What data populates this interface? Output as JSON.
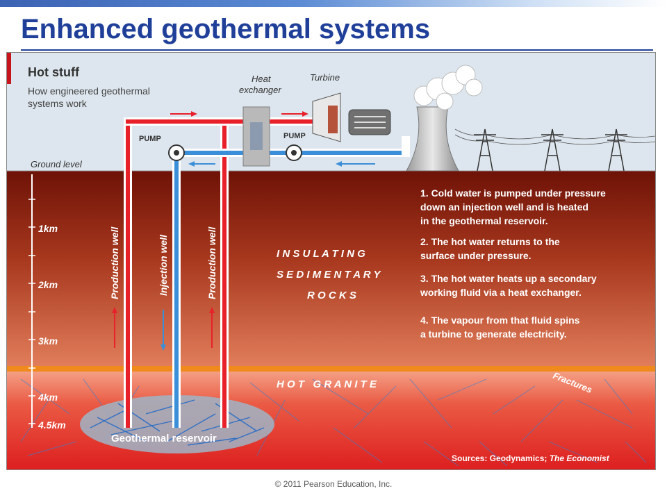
{
  "slide": {
    "title": "Enhanced geothermal systems",
    "copyright": "© 2011 Pearson Education, Inc."
  },
  "figure": {
    "heading": "Hot stuff",
    "subtitle_lines": [
      "How engineered geothermal",
      "systems work"
    ],
    "labels": {
      "heat_exchanger": [
        "Heat",
        "exchanger"
      ],
      "turbine": "Turbine",
      "pump_left": "PUMP",
      "pump_right": "PUMP",
      "ground_level": "Ground level",
      "production_well_left": "Production well",
      "injection_well": "Injection well",
      "production_well_right": "Production well",
      "insulating_rocks": [
        "I N S U L A T I N G",
        "S E D I M E N T A R Y",
        "R O C K S"
      ],
      "hot_granite": "H O T   G R A N I T E",
      "fractures": "Fractures",
      "reservoir": "Geothermal reservoir",
      "sources_prefix": "Sources: Geodynamics; ",
      "sources_italic": "The Economist"
    },
    "depth_scale": [
      "1km",
      "2km",
      "3km",
      "4km",
      "4.5km"
    ],
    "steps": [
      [
        "1. Cold water is pumped under pressure",
        "down an injection well and is heated",
        "in the geothermal reservoir."
      ],
      [
        "2. The hot water returns to the",
        "surface under pressure."
      ],
      [
        "3. The hot water heats up a secondary",
        "working fluid via a heat exchanger."
      ],
      [
        "4. The vapour from that fluid spins",
        "a turbine to generate electricity."
      ]
    ],
    "colors": {
      "sky": "#dde6ee",
      "hot_pipe": "#e8202a",
      "cold_pipe": "#3b8fd8",
      "title_blue": "#1f3f99",
      "label_text": "#333333",
      "brown_ground": "#7a1408",
      "granite_red": "#e0302a",
      "orange_band": "#f08a1c"
    }
  }
}
